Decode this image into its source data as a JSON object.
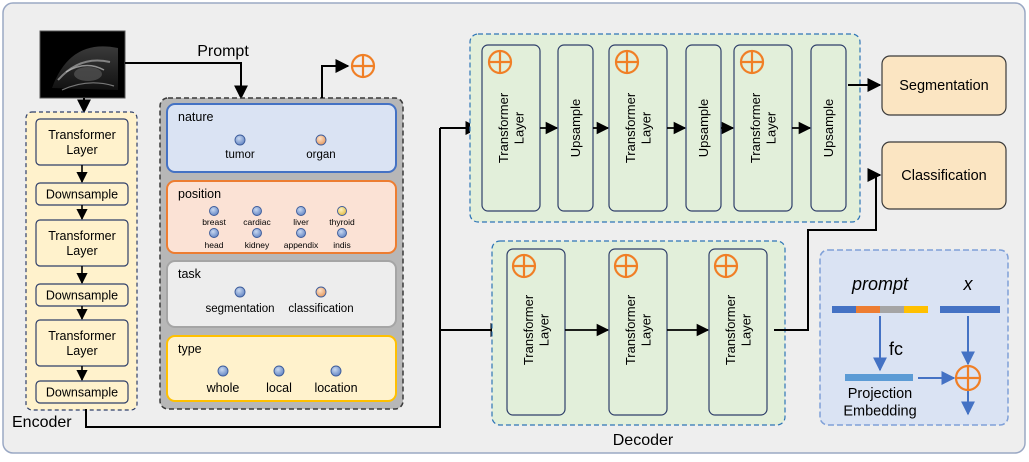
{
  "prompt_label": "Prompt",
  "encoder": {
    "label": "Encoder",
    "blocks": [
      "Transformer\nLayer",
      "Downsample",
      "Transformer\nLayer",
      "Downsample",
      "Transformer\nLayer",
      "Downsample"
    ]
  },
  "prompt_groups": [
    {
      "title": "nature",
      "options": [
        "tumor",
        "organ"
      ],
      "color": "#4472c4"
    },
    {
      "title": "position",
      "options": [
        "breast",
        "cardiac",
        "liver",
        "thyroid",
        "head",
        "kidney",
        "appendix",
        "indis"
      ],
      "color": "#ed7d31"
    },
    {
      "title": "task",
      "options": [
        "segmentation",
        "classification"
      ],
      "color": "#a5a5a5"
    },
    {
      "title": "type",
      "options": [
        "whole",
        "local",
        "location"
      ],
      "color": "#ffc000"
    }
  ],
  "seg_branch": {
    "blocks": [
      "Transformer\nLayer",
      "Upsample",
      "Transformer\nLayer",
      "Upsample",
      "Transformer\nLayer",
      "Upsample"
    ]
  },
  "cls_branch": {
    "blocks": [
      "Transformer\nLayer",
      "Transformer\nLayer",
      "Transformer\nLayer"
    ]
  },
  "decoder_label": "Decoder",
  "outputs": {
    "segmentation": "Segmentation",
    "classification": "Classification"
  },
  "legend": {
    "prompt_label": "prompt",
    "x_label": "x",
    "fc_label": "fc",
    "projection_label": "Projection\nEmbedding"
  },
  "colors": {
    "outer_bg": "#eeeeee",
    "encoder_bg": "#fff2cc",
    "decoder_bg": "#e2efda",
    "output_bg": "#fbe5c2",
    "legend_bg": "#dae3f3",
    "plus": "#f07f26",
    "blue": "#4472c4"
  }
}
